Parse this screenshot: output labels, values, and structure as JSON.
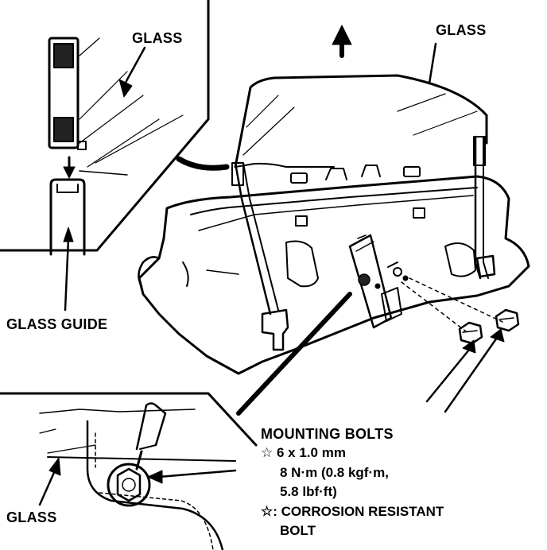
{
  "labels": {
    "glass_inset_top": "GLASS",
    "glass_main": "GLASS",
    "glass_guide": "GLASS GUIDE",
    "glass_inset_bottom": "GLASS",
    "mounting_bolts": "MOUNTING BOLTS"
  },
  "spec": {
    "star_symbol": "☆",
    "size": "6 x 1.0 mm",
    "torque_nm": "8 N·m (0.8 kgf·m,",
    "torque_lbf": "5.8 lbf·ft)",
    "star_note_prefix": "☆: ",
    "note_line1": "CORROSION RESISTANT",
    "note_line2": "BOLT"
  }
}
